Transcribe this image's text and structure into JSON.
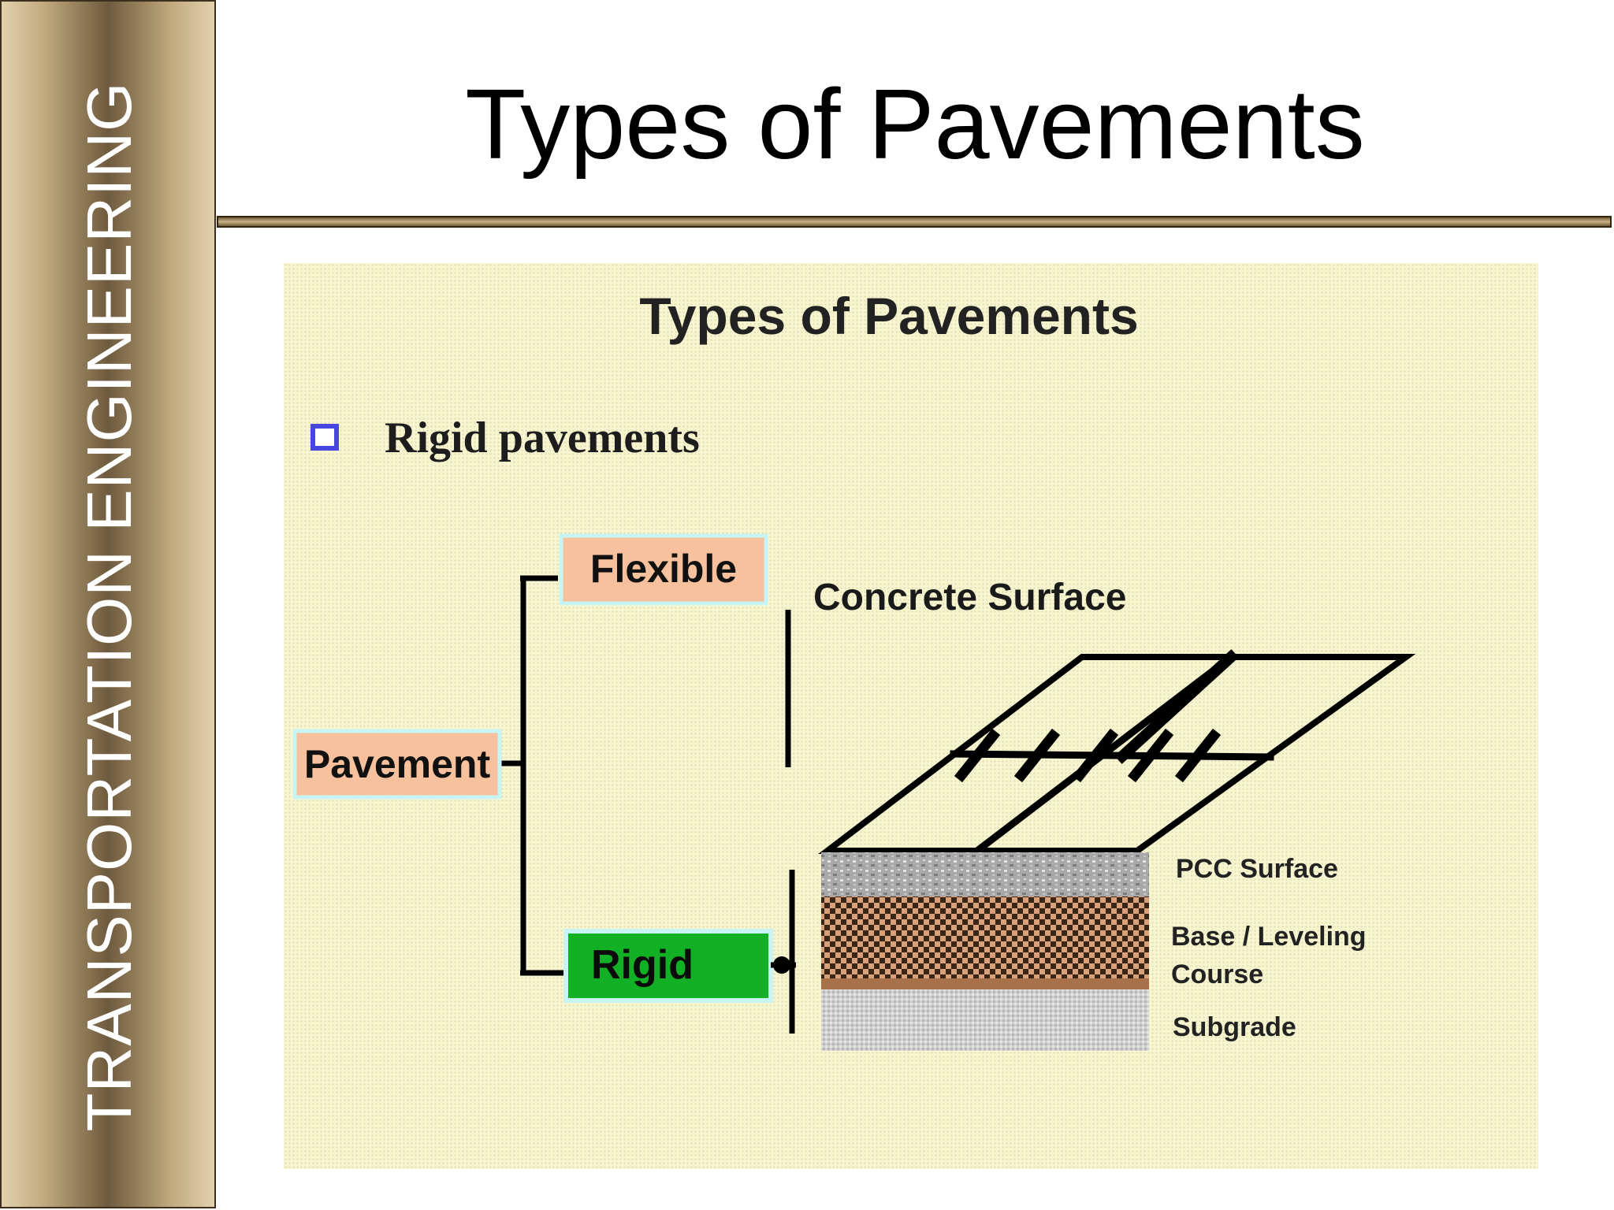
{
  "sidebar": {
    "label": "TRANSPORTATION ENGINEERING"
  },
  "slide": {
    "title": "Types of Pavements"
  },
  "figure": {
    "heading": "Types of Pavements",
    "bullet": "Rigid pavements",
    "tree": {
      "root": "Pavement",
      "branch_top": "Flexible",
      "branch_bottom": "Rigid"
    },
    "surface_label": "Concrete Surface",
    "layers": [
      {
        "label": "PCC Surface"
      },
      {
        "label_line1": "Base / Leveling",
        "label_line2": "Course"
      },
      {
        "label": "Subgrade"
      }
    ],
    "colors": {
      "panel_bg": "#f8f6d0",
      "box_light": "#f6c19c",
      "box_rigid": "#12b025",
      "box_border": "#c8f4f4",
      "bullet": "#4747e0",
      "pcc": "#a8a8a8",
      "base": "#c98a5f",
      "subgrade": "#c6c6c6"
    }
  }
}
